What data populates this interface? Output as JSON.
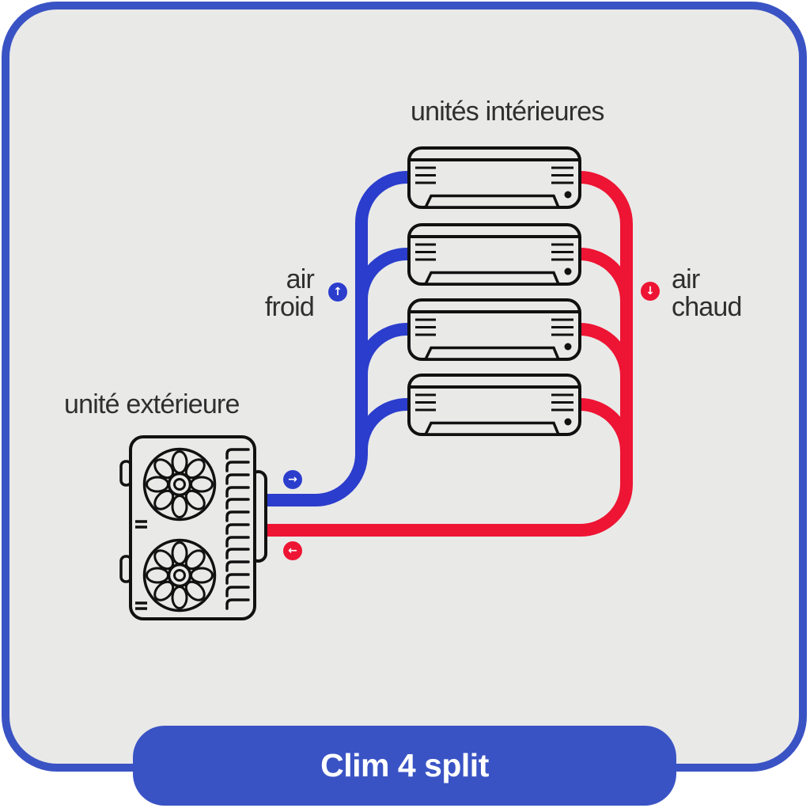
{
  "colors": {
    "card_fill": "#e9e9e8",
    "card_border": "#3a53c4",
    "cold": "#2b3dcc",
    "hot": "#ee1433",
    "outline": "#111111",
    "text": "#2f2f2f",
    "banner_fill": "#3a53c4",
    "banner_text": "#ffffff"
  },
  "labels": {
    "indoor_units": "unités intérieures",
    "outdoor_unit": "unité extérieure",
    "cold_air": [
      "air",
      "froid"
    ],
    "hot_air": [
      "air",
      "chaud"
    ]
  },
  "icons": {
    "cold_flow_up_arrow": "↑",
    "cold_flow_out_arrow": "→",
    "hot_flow_down_arrow": "↓",
    "hot_flow_in_arrow": "←"
  },
  "banner": {
    "title": "Clim 4 split"
  },
  "diagram": {
    "indoor_unit_count": 4,
    "outdoor_fan_count": 2
  }
}
